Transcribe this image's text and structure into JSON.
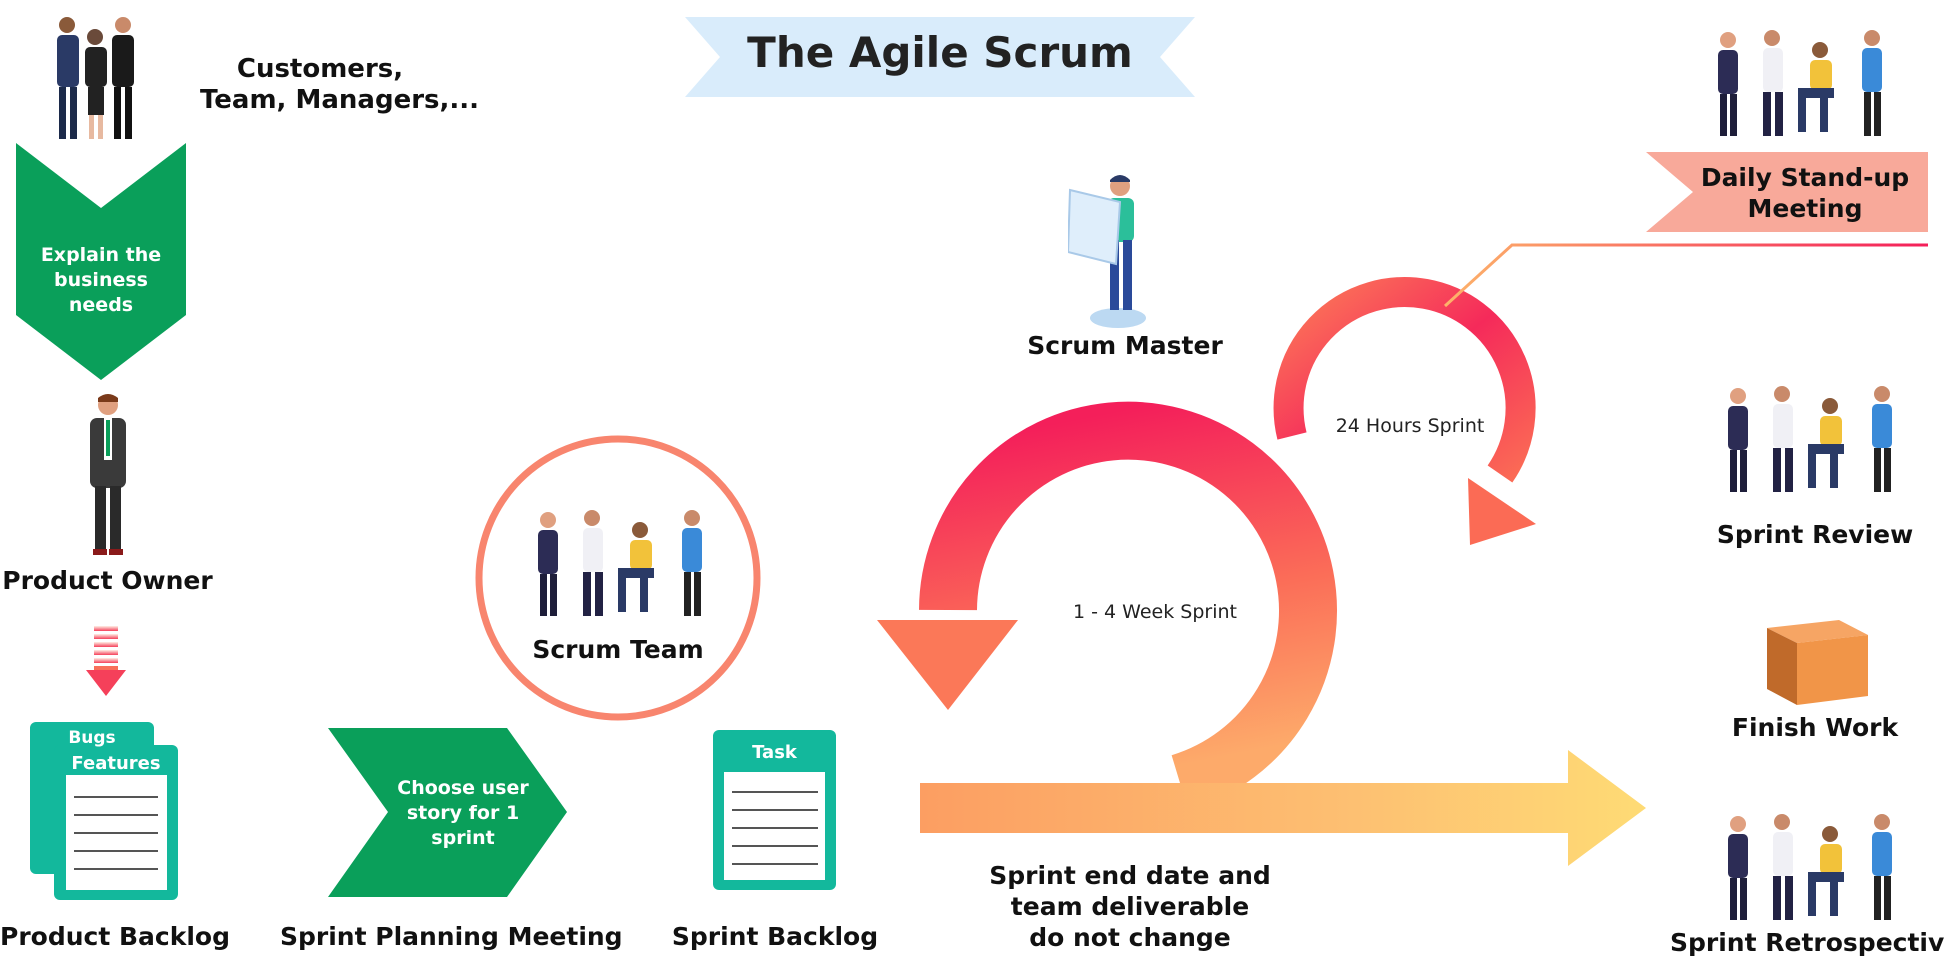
{
  "title": "The Agile Scrum",
  "colors": {
    "green": "#0a9f5a",
    "teal": "#13b89c",
    "banner": "#d9ecfb",
    "coral": "#f8856e",
    "salmon": "#f8a99a",
    "magenta": "#f5225a",
    "orange": "#fb8b54",
    "yellow": "#fedb75"
  },
  "stakeholders": {
    "label_line1": "Customers,",
    "label_line2": "Team, Managers,..."
  },
  "explain_chevron": {
    "line1": "Explain the",
    "line2": "business",
    "line3": "needs"
  },
  "product_owner": {
    "label": "Product Owner"
  },
  "product_backlog": {
    "doc_back": "Bugs",
    "doc_front": "Features",
    "label": "Product Backlog"
  },
  "sprint_planning": {
    "line1": "Choose user",
    "line2": "story for 1",
    "line3": "sprint",
    "label": "Sprint Planning Meeting"
  },
  "scrum_team": {
    "label": "Scrum Team"
  },
  "sprint_backlog": {
    "doc_header": "Task",
    "label": "Sprint Backlog"
  },
  "scrum_master": {
    "label": "Scrum Master"
  },
  "cycle": {
    "big_loop_label": "1 - 4 Week Sprint",
    "small_loop_label": "24 Hours Sprint"
  },
  "arrow_caption": {
    "line1": "Sprint end date and",
    "line2": "team deliverable",
    "line3": "do not change"
  },
  "daily_standup": {
    "line1": "Daily Stand-up",
    "line2": "Meeting"
  },
  "sprint_review": {
    "label": "Sprint Review"
  },
  "finish_work": {
    "label": "Finish Work"
  },
  "sprint_retrospective": {
    "label": "Sprint Retrospective"
  },
  "icons": [
    "people-group-icon",
    "businessman-icon",
    "team-meeting-icon",
    "scrum-master-icon",
    "box-icon",
    "document-icon",
    "down-arrow-icon"
  ]
}
